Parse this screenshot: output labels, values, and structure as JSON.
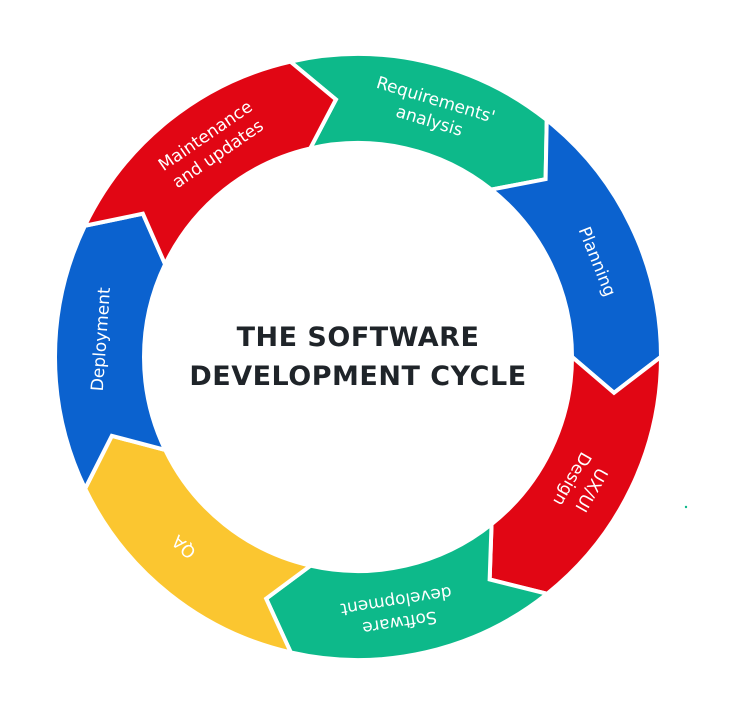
{
  "title": {
    "line1": "THE SOFTWARE",
    "line2": "DEVELOPMENT CYCLE"
  },
  "stages": [
    {
      "id": "requirements-analysis",
      "lines": [
        "Requirements'",
        "analysis"
      ],
      "color": "#0db98a"
    },
    {
      "id": "planning",
      "lines": [
        "Planning"
      ],
      "color": "#0b62cf"
    },
    {
      "id": "ux-ui-design",
      "lines": [
        "UX/UI",
        "Design"
      ],
      "color": "#e10614"
    },
    {
      "id": "software-development",
      "lines": [
        "Software",
        "development"
      ],
      "color": "#0db98a"
    },
    {
      "id": "qa",
      "lines": [
        "QA"
      ],
      "color": "#fbc630"
    },
    {
      "id": "deployment",
      "lines": [
        "Deployment"
      ],
      "color": "#0b62cf"
    },
    {
      "id": "maintenance-and-updates",
      "lines": [
        "Maintenance",
        "and updates"
      ],
      "color": "#e10614"
    }
  ],
  "colors": {
    "title_text": "#1f2429",
    "separator": "#ffffff",
    "label_text": "#ffffff"
  }
}
